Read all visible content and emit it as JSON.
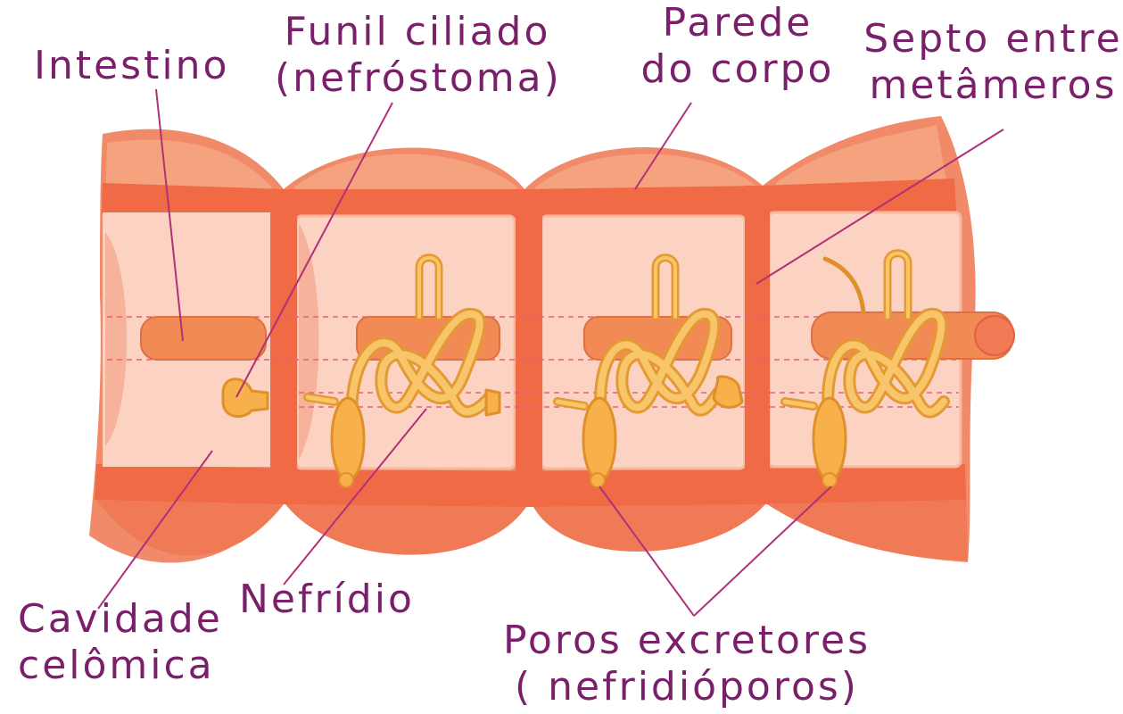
{
  "labels": {
    "intestino": "Intestino",
    "funil_line1": "Funil ciliado",
    "funil_line2": "(nefróstoma)",
    "parede_line1": "Parede",
    "parede_line2": "do corpo",
    "septo_line1": "Septo entre",
    "septo_line2": "metâmeros",
    "cavidade_line1": "Cavidade",
    "cavidade_line2": "celômica",
    "nefridio": "Nefrídio",
    "poros_line1": "Poros excretores",
    "poros_line2": "( nefridióporos)"
  },
  "colors": {
    "label_text": "#7a1f6a",
    "leader_line": "#b0307a",
    "body_outer": "#f08060",
    "body_band": "#ef6a45",
    "coelom": "#fcd0c0",
    "intestine": "#f28a55",
    "nephridium": "#f7b04a"
  }
}
